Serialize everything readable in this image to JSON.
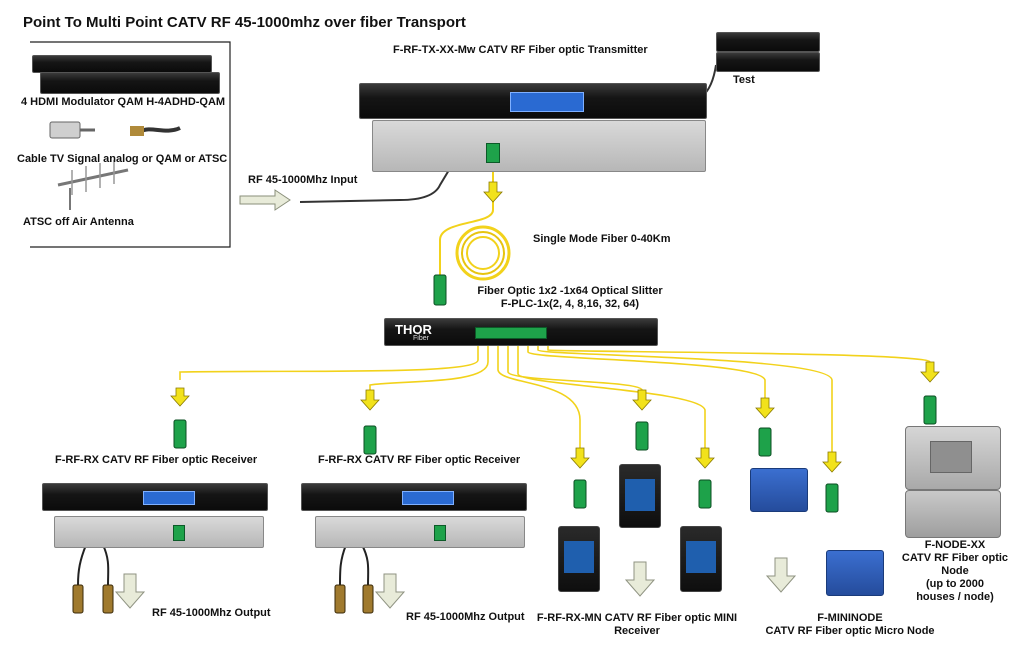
{
  "title": "Point To Multi Point CATV RF 45-1000mhz over fiber Transport",
  "sources": {
    "modulator": "4 HDMI Modulator QAM H-4ADHD-QAM",
    "cable_signal": "Cable TV Signal analog or QAM or ATSC",
    "antenna": "ATSC off Air  Antenna",
    "rf_input": "RF 45-1000Mhz Input"
  },
  "transmitter": {
    "label": "F-RF-TX-XX-Mw CATV RF Fiber optic Transmitter",
    "test_label": "Test"
  },
  "fiber": {
    "label": "Single Mode Fiber 0-40Km"
  },
  "splitter": {
    "line1": "Fiber Optic 1x2 -1x64 Optical Slitter",
    "line2": "F-PLC-1x(2, 4, 8,16, 32, 64)",
    "brand": "THOR",
    "brand_sub": "Fiber"
  },
  "receivers": [
    {
      "label": "F-RF-RX CATV RF Fiber optic Receiver",
      "output": "RF 45-1000Mhz Output"
    },
    {
      "label": "F-RF-RX CATV RF Fiber optic Receiver",
      "output": "RF 45-1000Mhz Output"
    }
  ],
  "mini_receiver": {
    "line1": "F-RF-RX-MN CATV RF Fiber optic MINI",
    "line2": "Receiver"
  },
  "mininode": {
    "line1": "F-MININODE",
    "line2": "CATV RF Fiber optic Micro Node"
  },
  "fnode": {
    "line1": "F-NODE-XX",
    "line2": "CATV RF Fiber optic",
    "line3": "Node",
    "line4": "(up to 2000",
    "line5": "houses / node)"
  },
  "colors": {
    "fiber": "#f2d21b",
    "arrow": "#e8ebd9",
    "connector": "#1ea24a",
    "device_dark": "#111111",
    "lcd": "#2a6ad2"
  }
}
